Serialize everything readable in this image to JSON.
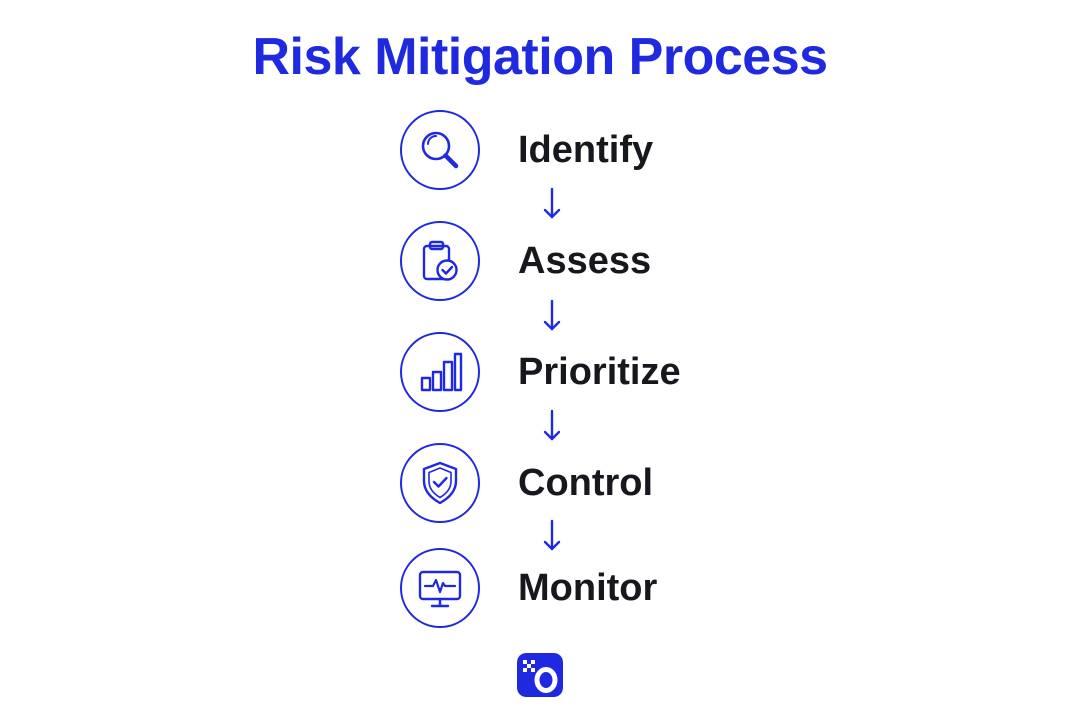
{
  "title": "Risk Mitigation Process",
  "colors": {
    "accent": "#1f2ae0",
    "text": "#16181d",
    "background": "#ffffff"
  },
  "steps": [
    {
      "label": "Identify",
      "icon": "magnifier-icon"
    },
    {
      "label": "Assess",
      "icon": "clipboard-check-icon"
    },
    {
      "label": "Prioritize",
      "icon": "bar-chart-icon"
    },
    {
      "label": "Control",
      "icon": "shield-check-icon"
    },
    {
      "label": "Monitor",
      "icon": "monitor-pulse-icon"
    }
  ],
  "connector_icon": "down-arrow-icon",
  "logo_icon": "brand-logo-icon"
}
